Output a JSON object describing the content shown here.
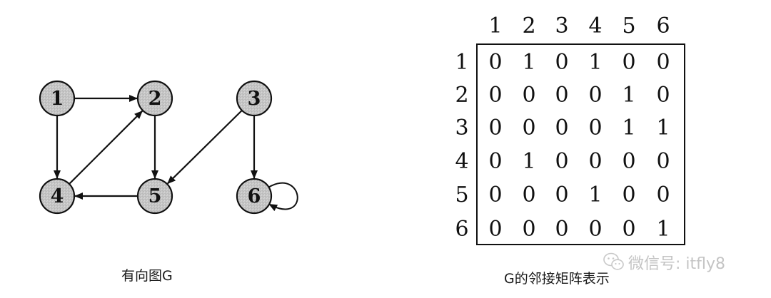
{
  "graph": {
    "caption": "有向图G",
    "nodes": [
      {
        "id": "1",
        "label": "1"
      },
      {
        "id": "2",
        "label": "2"
      },
      {
        "id": "3",
        "label": "3"
      },
      {
        "id": "4",
        "label": "4"
      },
      {
        "id": "5",
        "label": "5"
      },
      {
        "id": "6",
        "label": "6"
      }
    ],
    "edges": [
      {
        "from": "1",
        "to": "2"
      },
      {
        "from": "1",
        "to": "4"
      },
      {
        "from": "2",
        "to": "5"
      },
      {
        "from": "3",
        "to": "5"
      },
      {
        "from": "3",
        "to": "6"
      },
      {
        "from": "4",
        "to": "2"
      },
      {
        "from": "5",
        "to": "4"
      },
      {
        "from": "6",
        "to": "6"
      }
    ]
  },
  "matrix": {
    "caption": "G的邻接矩阵表示",
    "col_headers": [
      "1",
      "2",
      "3",
      "4",
      "5",
      "6"
    ],
    "row_headers": [
      "1",
      "2",
      "3",
      "4",
      "5",
      "6"
    ],
    "rows": [
      [
        "0",
        "1",
        "0",
        "1",
        "0",
        "0"
      ],
      [
        "0",
        "0",
        "0",
        "0",
        "1",
        "0"
      ],
      [
        "0",
        "0",
        "0",
        "0",
        "1",
        "1"
      ],
      [
        "0",
        "1",
        "0",
        "0",
        "0",
        "0"
      ],
      [
        "0",
        "0",
        "0",
        "1",
        "0",
        "0"
      ],
      [
        "0",
        "0",
        "0",
        "0",
        "0",
        "1"
      ]
    ]
  },
  "watermark": {
    "icon": "wechat-icon",
    "text": "微信号: itfly8"
  }
}
